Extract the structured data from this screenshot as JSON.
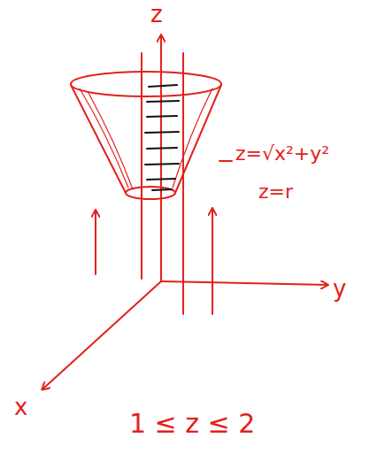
{
  "diagram": {
    "labels": [
      "z",
      "z=√x²+y²",
      "z=r",
      "y",
      "x",
      "1 ≤ z ≤ 2"
    ]
  }
}
